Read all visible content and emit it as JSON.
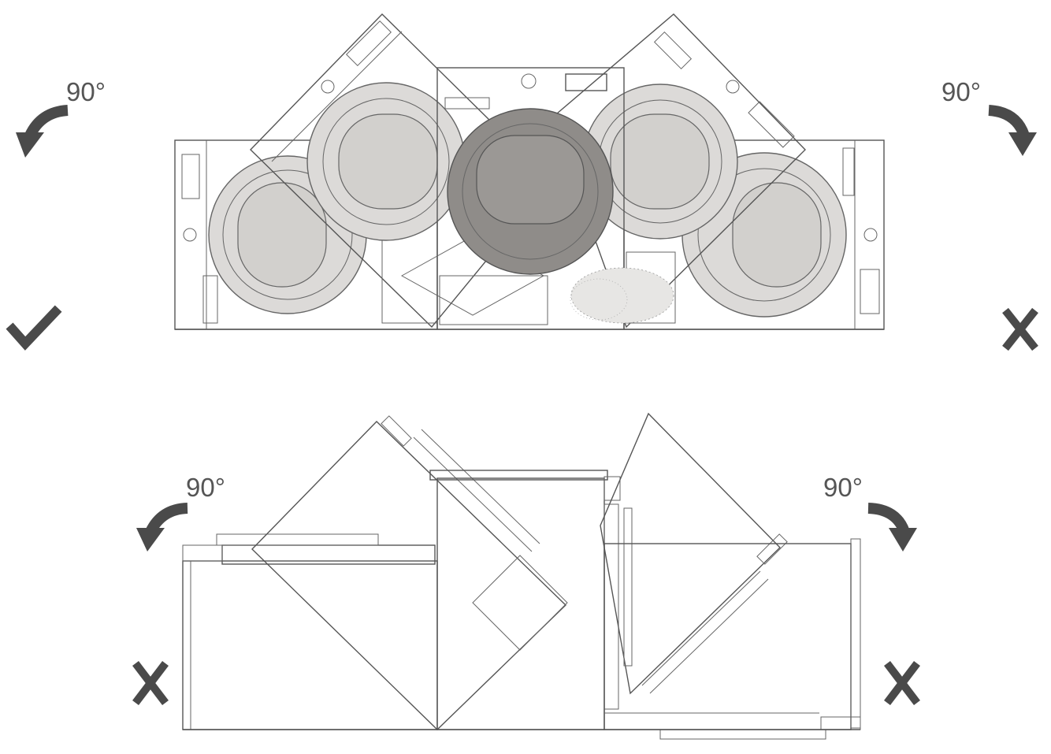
{
  "rotation_labels": {
    "top_left": "90°",
    "top_right": "90°",
    "bottom_left": "90°",
    "bottom_right": "90°"
  },
  "icons": {
    "rotate_ccw": "curved-arrow-counterclockwise-icon",
    "rotate_cw": "curved-arrow-clockwise-icon",
    "correct": "check-mark-icon",
    "incorrect": "cross-mark-icon"
  },
  "colors": {
    "line": "#555555",
    "drum_light": "#dcdad8",
    "drum_dark": "#8f8c89",
    "mark": "#4a4a4a"
  },
  "verdicts": {
    "top_left": "correct",
    "top_right": "incorrect",
    "bottom_left": "incorrect",
    "bottom_right": "incorrect"
  }
}
